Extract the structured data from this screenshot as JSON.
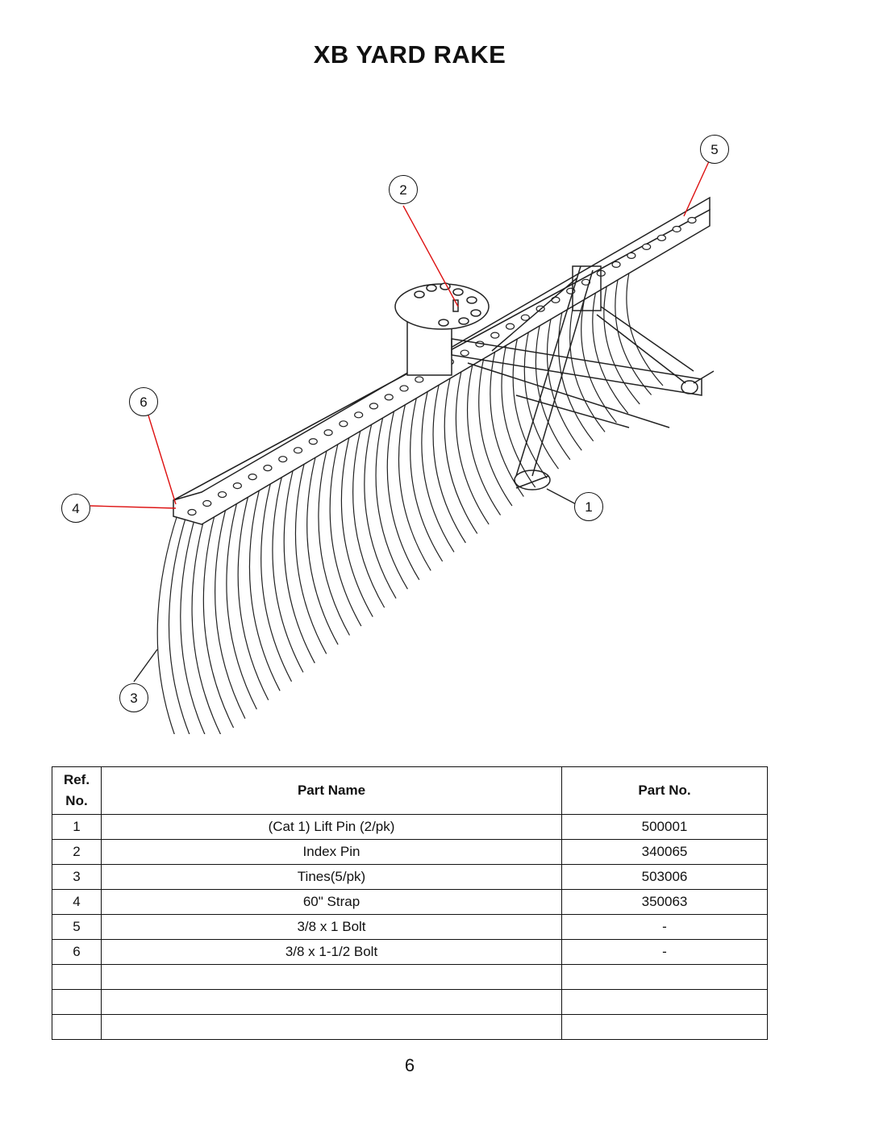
{
  "title": "XB YARD RAKE",
  "callouts": [
    "1",
    "2",
    "3",
    "4",
    "5",
    "6"
  ],
  "table": {
    "headers": {
      "ref_line1": "Ref.",
      "ref_line2": "No.",
      "name": "Part Name",
      "part_no": "Part No."
    },
    "rows": [
      {
        "ref": "1",
        "name": "(Cat 1) Lift Pin (2/pk)",
        "part_no": "500001"
      },
      {
        "ref": "2",
        "name": "Index Pin",
        "part_no": "340065"
      },
      {
        "ref": "3",
        "name": "Tines(5/pk)",
        "part_no": "503006"
      },
      {
        "ref": "4",
        "name": "60\" Strap",
        "part_no": "350063"
      },
      {
        "ref": "5",
        "name": "3/8 x 1 Bolt",
        "part_no": "-"
      },
      {
        "ref": "6",
        "name": "3/8 x 1-1/2  Bolt",
        "part_no": "-"
      },
      {
        "ref": "",
        "name": "",
        "part_no": ""
      },
      {
        "ref": "",
        "name": "",
        "part_no": ""
      },
      {
        "ref": "",
        "name": "",
        "part_no": ""
      }
    ]
  },
  "page_number": "6"
}
